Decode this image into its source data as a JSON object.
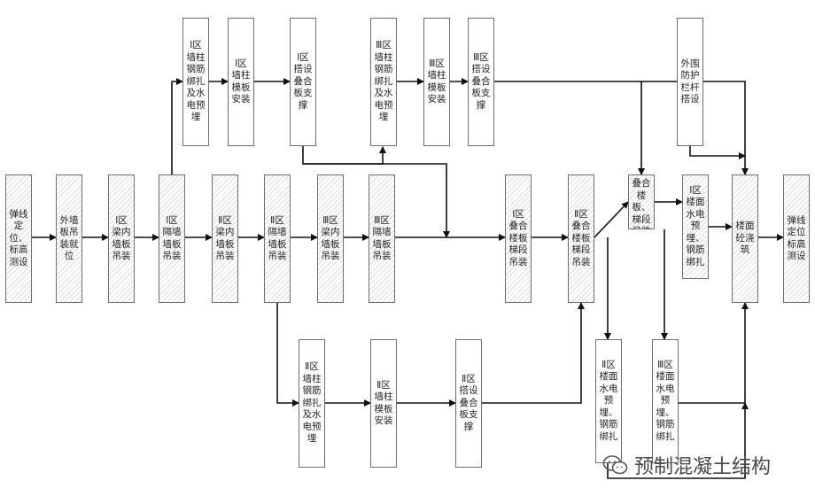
{
  "diagram": {
    "nodes": [
      {
        "id": "n1",
        "text": "弹线定位、标高测设",
        "style": "hatch"
      },
      {
        "id": "n2",
        "text": "外墙板吊装就位",
        "style": "hatch"
      },
      {
        "id": "n3",
        "text": "Ⅰ区梁内墙板吊装",
        "style": "hatch"
      },
      {
        "id": "n4",
        "text": "Ⅰ区隔墙墙板吊装",
        "style": "hatch"
      },
      {
        "id": "n5",
        "text": "Ⅱ区梁内墙板吊装",
        "style": "hatch"
      },
      {
        "id": "n6",
        "text": "Ⅱ区隔墙墙板吊装",
        "style": "hatch"
      },
      {
        "id": "n7",
        "text": "Ⅲ区梁内墙板吊装",
        "style": "hatch"
      },
      {
        "id": "n8",
        "text": "Ⅲ区隔墙墙板吊装",
        "style": "hatch"
      },
      {
        "id": "n9",
        "text": "Ⅰ区叠合楼板梯段吊装",
        "style": "hatch"
      },
      {
        "id": "n10",
        "text": "Ⅱ区叠合楼板梯段吊装",
        "style": "hatch"
      },
      {
        "id": "n11",
        "text": "Ⅲ区叠合楼板、梯段吊装",
        "style": "hatch"
      },
      {
        "id": "n12",
        "text": "Ⅰ区楼面水电预埋、钢筋绑扎",
        "style": "hatch"
      },
      {
        "id": "n13",
        "text": "楼面砼浇筑",
        "style": "hatch"
      },
      {
        "id": "n14",
        "text": "弹线定位标高测设",
        "style": "hatch"
      },
      {
        "id": "t1",
        "text": "Ⅰ区墙柱钢筋绑扎及水电预埋",
        "style": "plain"
      },
      {
        "id": "t2",
        "text": "Ⅰ区墙柱模板安装",
        "style": "plain"
      },
      {
        "id": "t3",
        "text": "Ⅰ区搭设叠合板支撑",
        "style": "plain"
      },
      {
        "id": "t4",
        "text": "Ⅲ区墙柱钢筋绑扎及水电预埋",
        "style": "plain"
      },
      {
        "id": "t5",
        "text": "Ⅲ区墙柱模板安装",
        "style": "plain"
      },
      {
        "id": "t6",
        "text": "Ⅲ区搭设叠合板支撑",
        "style": "plain"
      },
      {
        "id": "t7",
        "text": "外围防护栏杆搭设",
        "style": "plain"
      },
      {
        "id": "b1",
        "text": "Ⅱ区墙柱钢筋绑扎及水电预埋",
        "style": "plain"
      },
      {
        "id": "b2",
        "text": "Ⅱ区墙柱模板安装",
        "style": "plain"
      },
      {
        "id": "b3",
        "text": "Ⅱ区搭设叠合板支撑",
        "style": "plain"
      },
      {
        "id": "b4",
        "text": "Ⅱ区楼面水电预埋、钢筋绑扎",
        "style": "plain"
      },
      {
        "id": "b5",
        "text": "Ⅲ区楼面水电预埋、钢筋绑扎",
        "style": "plain"
      }
    ],
    "edges": [
      {
        "from": "n1",
        "to": "n2"
      },
      {
        "from": "n2",
        "to": "n3"
      },
      {
        "from": "n3",
        "to": "n4"
      },
      {
        "from": "n4",
        "to": "n5"
      },
      {
        "from": "n5",
        "to": "n6"
      },
      {
        "from": "n6",
        "to": "n7"
      },
      {
        "from": "n7",
        "to": "n8"
      },
      {
        "from": "n8",
        "to": "n9"
      },
      {
        "from": "n9",
        "to": "n10"
      },
      {
        "from": "n10",
        "to": "n11"
      },
      {
        "from": "n11",
        "to": "n12"
      },
      {
        "from": "n12",
        "to": "n13"
      },
      {
        "from": "n13",
        "to": "n14"
      },
      {
        "from": "n4",
        "to": "t1"
      },
      {
        "from": "t1",
        "to": "t2"
      },
      {
        "from": "t2",
        "to": "t3"
      },
      {
        "from": "t3",
        "to": "n8"
      },
      {
        "from": "t3",
        "to": "n9"
      },
      {
        "from": "t4",
        "to": "t5"
      },
      {
        "from": "t5",
        "to": "t6"
      },
      {
        "from": "t6",
        "to": "n11"
      },
      {
        "from": "t6",
        "to": "n13"
      },
      {
        "from": "t7",
        "to": "n13"
      },
      {
        "from": "n6",
        "to": "b1"
      },
      {
        "from": "b1",
        "to": "b2"
      },
      {
        "from": "b2",
        "to": "b3"
      },
      {
        "from": "b3",
        "to": "n10"
      },
      {
        "from": "n10",
        "to": "b4"
      },
      {
        "from": "n11",
        "to": "b5"
      },
      {
        "from": "b5",
        "to": "n13"
      },
      {
        "from": "b4",
        "to": "n13"
      }
    ]
  },
  "watermark": {
    "text": "预制混凝土结构",
    "icon": "wechat-logo-icon"
  }
}
